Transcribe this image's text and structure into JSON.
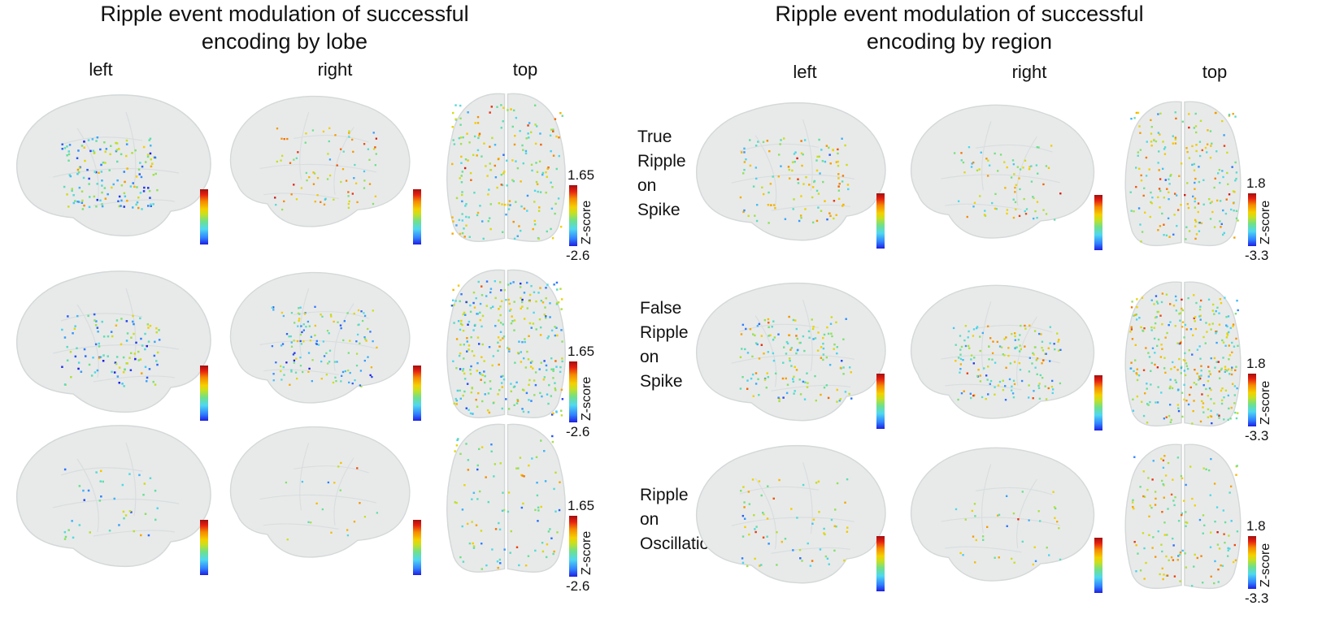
{
  "figures": [
    {
      "title_line1": "Ripple event modulation of successful",
      "title_line2": "encoding by lobe",
      "view_labels": [
        "left",
        "right",
        "top"
      ],
      "colorbar": {
        "max": "1.65",
        "min": "-2.6",
        "label": "Z-score"
      },
      "rows": [
        {
          "label": ""
        },
        {
          "label": ""
        },
        {
          "label": ""
        }
      ]
    },
    {
      "title_line1": "Ripple event modulation of successful",
      "title_line2": "encoding by region",
      "view_labels": [
        "left",
        "right",
        "top"
      ],
      "colorbar": {
        "max": "1.8",
        "min": "-3.3",
        "label": "Z-score"
      },
      "rows": [
        {
          "label_lines": [
            "True",
            "Ripple",
            "on",
            "Spike"
          ]
        },
        {
          "label_lines": [
            "False",
            "Ripple",
            "on",
            "Spike"
          ]
        },
        {
          "label_lines": [
            "Ripple",
            "on",
            "Oscillation"
          ]
        }
      ]
    }
  ],
  "colors": {
    "brain": "#e8eaea",
    "brain_edge": "#d4d8d8",
    "z_low": "#1f1fe0",
    "z_mid": "#c8e020",
    "z_high": "#e62010"
  }
}
